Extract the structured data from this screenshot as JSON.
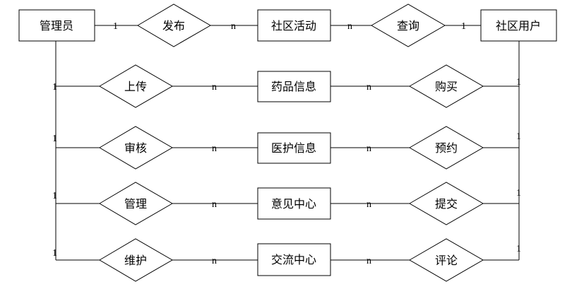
{
  "entities": {
    "admin": "管理员",
    "community_activity": "社区活动",
    "community_user": "社区用户",
    "medicine_info": "药品信息",
    "medical_info": "医护信息",
    "feedback_center": "意见中心",
    "exchange_center": "交流中心"
  },
  "relationships": {
    "publish": "发布",
    "query": "查询",
    "upload": "上传",
    "purchase": "购买",
    "review": "审核",
    "reserve": "预约",
    "manage": "管理",
    "submit": "提交",
    "maintain": "维护",
    "comment": "评论"
  },
  "cardinalities": {
    "one": "1",
    "many": "n"
  }
}
